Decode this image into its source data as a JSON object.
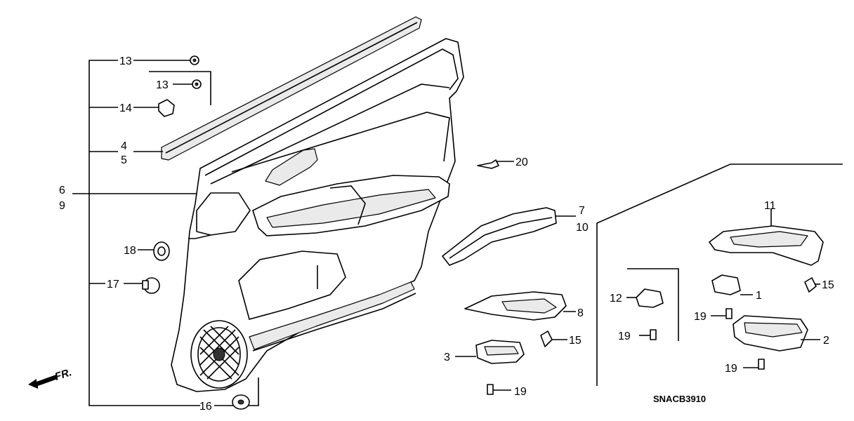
{
  "diagram_code": "SNACB3910",
  "direction_label": "FR.",
  "callouts": {
    "c1": "1",
    "c2": "2",
    "c3": "3",
    "c4": "4",
    "c5": "5",
    "c6": "6",
    "c7": "7",
    "c8": "8",
    "c9": "9",
    "c10": "10",
    "c11": "11",
    "c12": "12",
    "c13a": "13",
    "c13b": "13",
    "c14": "14",
    "c15a": "15",
    "c15b": "15",
    "c16": "16",
    "c17": "17",
    "c18": "18",
    "c19a": "19",
    "c19b": "19",
    "c19c": "19",
    "c19d": "19",
    "c20": "20"
  }
}
